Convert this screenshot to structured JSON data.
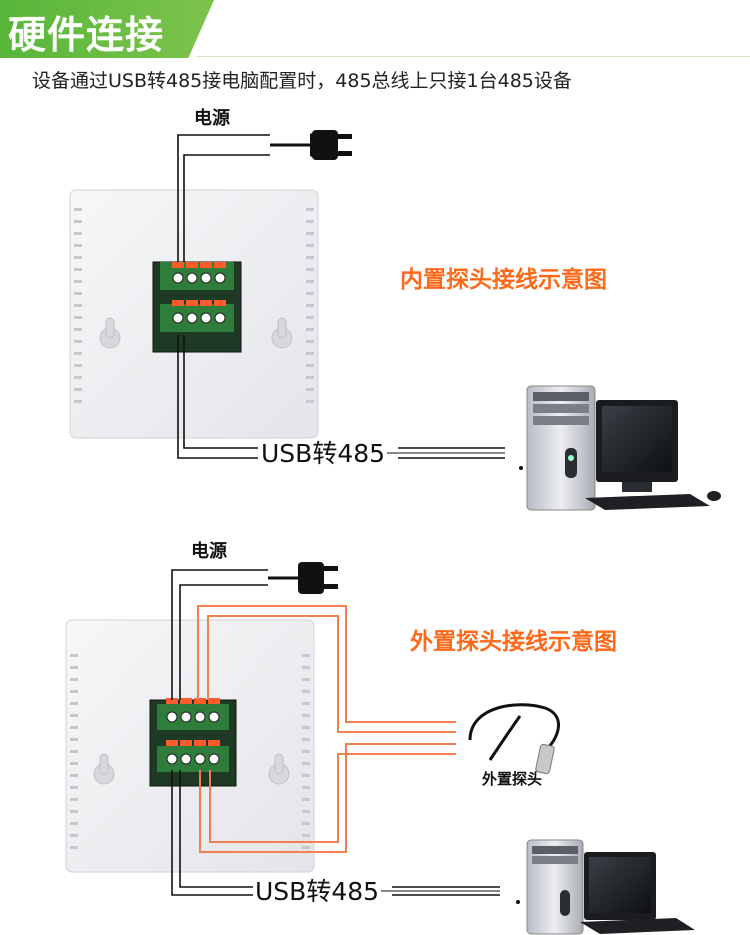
{
  "header": {
    "title": "硬件连接"
  },
  "subtitle": "设备通过USB转485接电脑配置时，485总线上只接1台485设备",
  "diagram1": {
    "power_label": "电源",
    "usb_label": "USB转485",
    "title": "内置探头接线示意图"
  },
  "diagram2": {
    "power_label": "电源",
    "usb_label": "USB转485",
    "title": "外置探头接线示意图",
    "probe_label": "外置探头"
  },
  "colors": {
    "header_green": "#62b83e",
    "title_orange": "#ff6a1a",
    "probe_wire": "#f08050",
    "terminal_block": "#2e7d3a",
    "terminal_cap": "#ff5a2a"
  }
}
